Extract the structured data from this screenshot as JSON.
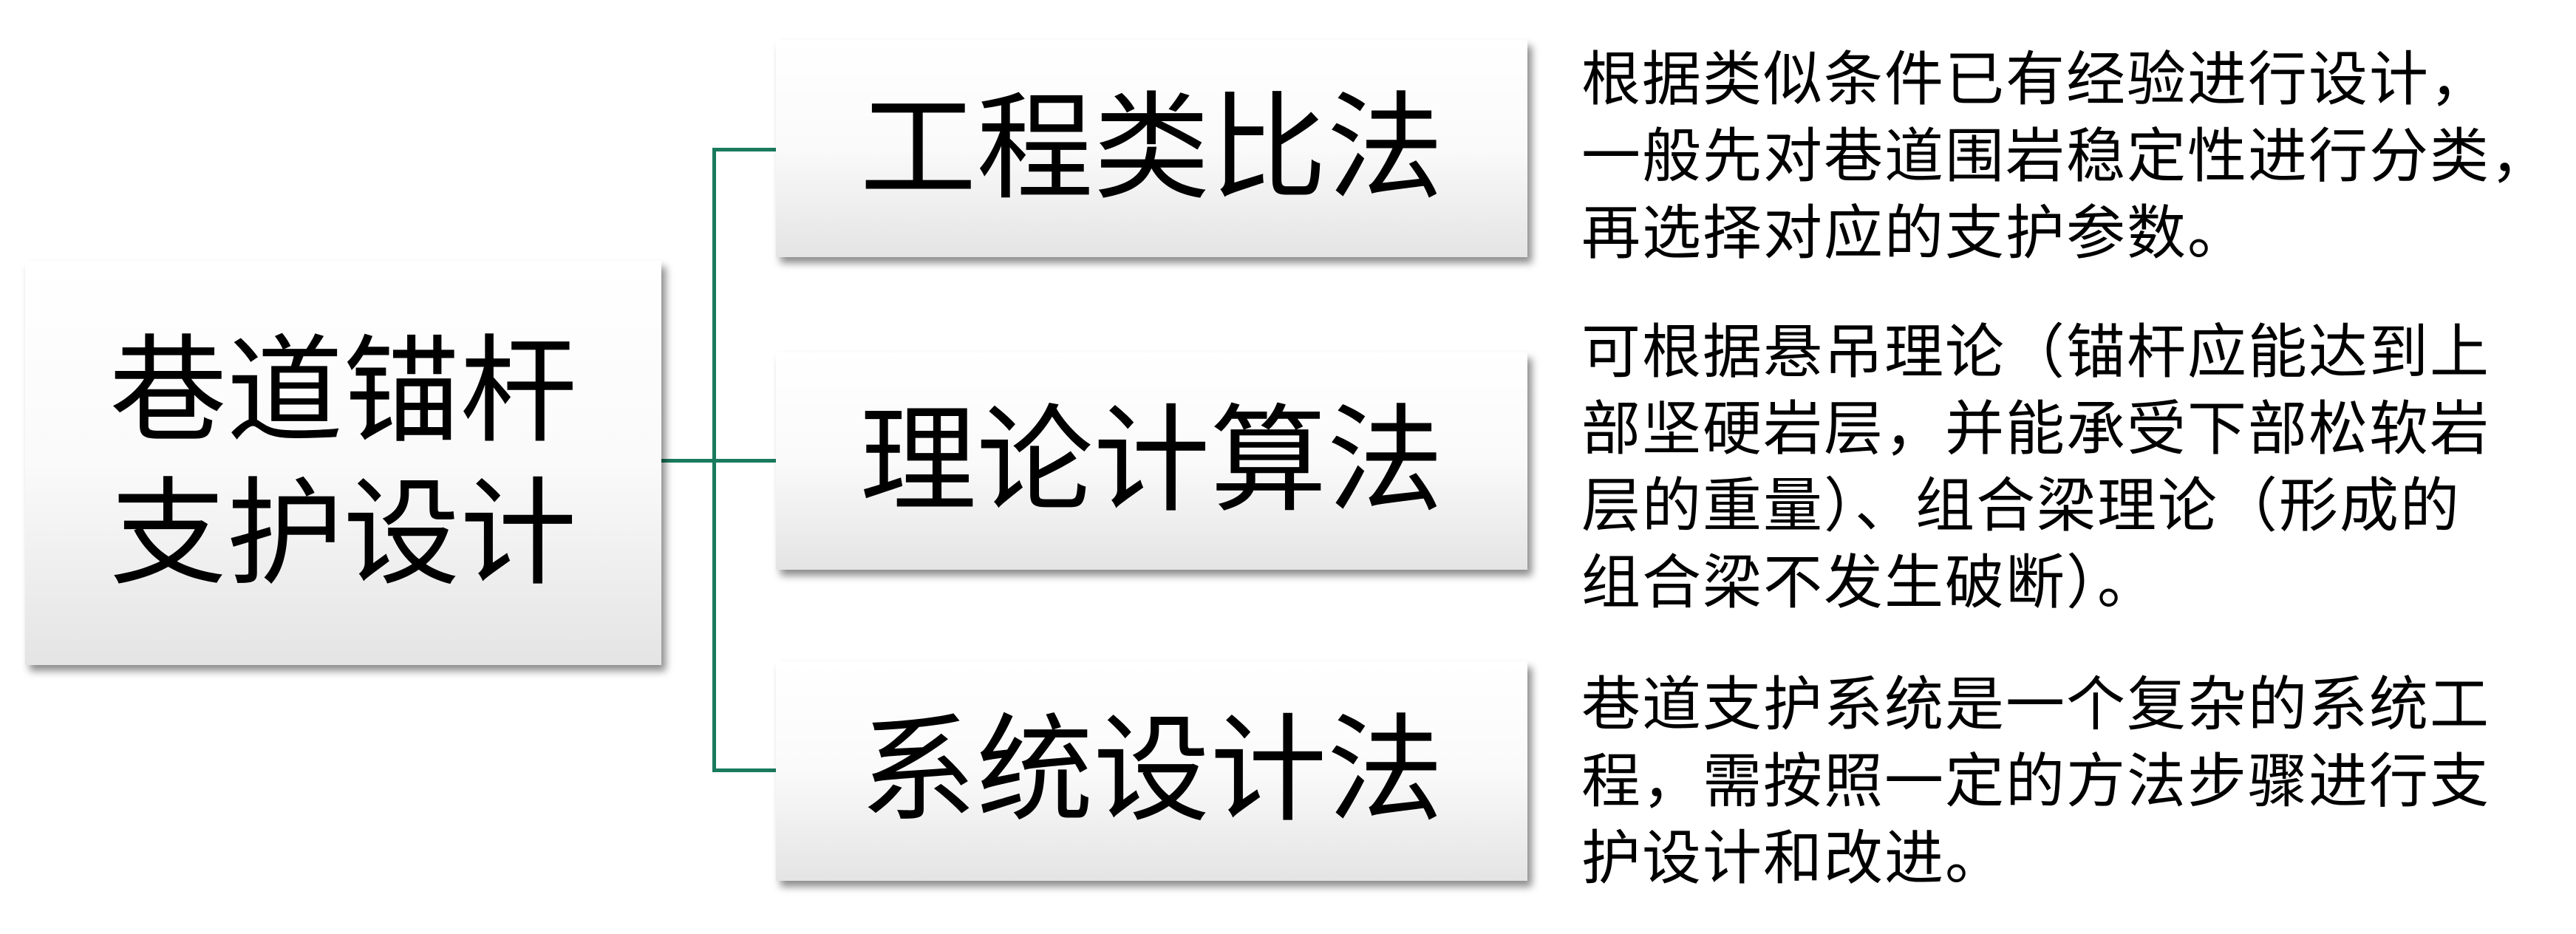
{
  "root": {
    "label": "巷道锚杆\n支护设计"
  },
  "methods": [
    {
      "label": "工程类比法",
      "description": [
        "根据类似条件已有经验进行设计，",
        "一般先对巷道围岩稳定性进行分类，",
        "再选择对应的支护参数。"
      ]
    },
    {
      "label": "理论计算法",
      "description": [
        "可根据悬吊理论（锚杆应能达到上",
        "部坚硬岩层，并能承受下部松软岩",
        "层的重量）、组合梁理论（形成的",
        "组合梁不发生破断）。"
      ]
    },
    {
      "label": "系统设计法",
      "description": [
        "巷道支护系统是一个复杂的系统工",
        "程，需按照一定的方法步骤进行支",
        "护设计和改进。"
      ]
    }
  ],
  "colors": {
    "connector": "#1a7a5e"
  }
}
